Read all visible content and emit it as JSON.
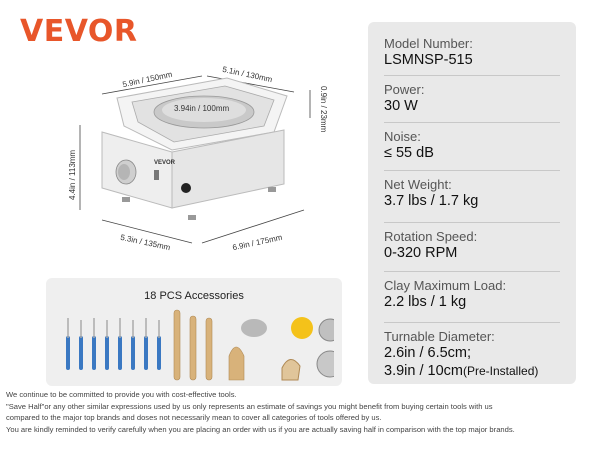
{
  "brand": {
    "name": "VEVOR",
    "color": "#e8562a"
  },
  "dimensions": {
    "top_left": "5.9in / 150mm",
    "top_right": "5.1in / 130mm",
    "inner": "3.94in / 100mm",
    "height_left": "4.4in / 113mm",
    "height_right": "0.9in / 23mm",
    "bottom_left": "5.3in / 135mm",
    "bottom_right": "6.9in / 175mm"
  },
  "product": {
    "badge": "VEVOR"
  },
  "accessories": {
    "title": "18 PCS Accessories"
  },
  "specs": [
    {
      "label": "Model Number:",
      "value": "LSMNSP-515"
    },
    {
      "label": "Power:",
      "value": "30 W"
    },
    {
      "label": "Noise:",
      "value": "≤ 55 dB"
    },
    {
      "label": "Net Weight:",
      "value": "3.7 lbs / 1.7 kg"
    },
    {
      "label": "Rotation Speed:",
      "value": "0-320 RPM"
    },
    {
      "label": "Clay Maximum Load:",
      "value": "2.2 lbs / 1 kg"
    },
    {
      "label": "Turnable Diameter:",
      "value": "2.6in / 6.5cm;",
      "value2": "3.9in / 10cm",
      "value2_suffix": "(Pre-Installed)"
    }
  ],
  "footer": {
    "line1": "We continue to be committed to provide you with cost-effective tools.",
    "line2": "\"Save Half\"or any other similar expressions used by us only represents an estimate of savings you might benefit from buying certain tools with us",
    "line3": "compared to the major top brands and doses not necessarily mean to cover all categories of tools offered by us.",
    "line4": "You are kindly reminded to verify carefully when you are placing an order with us if you are actually saving half in comparison with the top major brands."
  }
}
